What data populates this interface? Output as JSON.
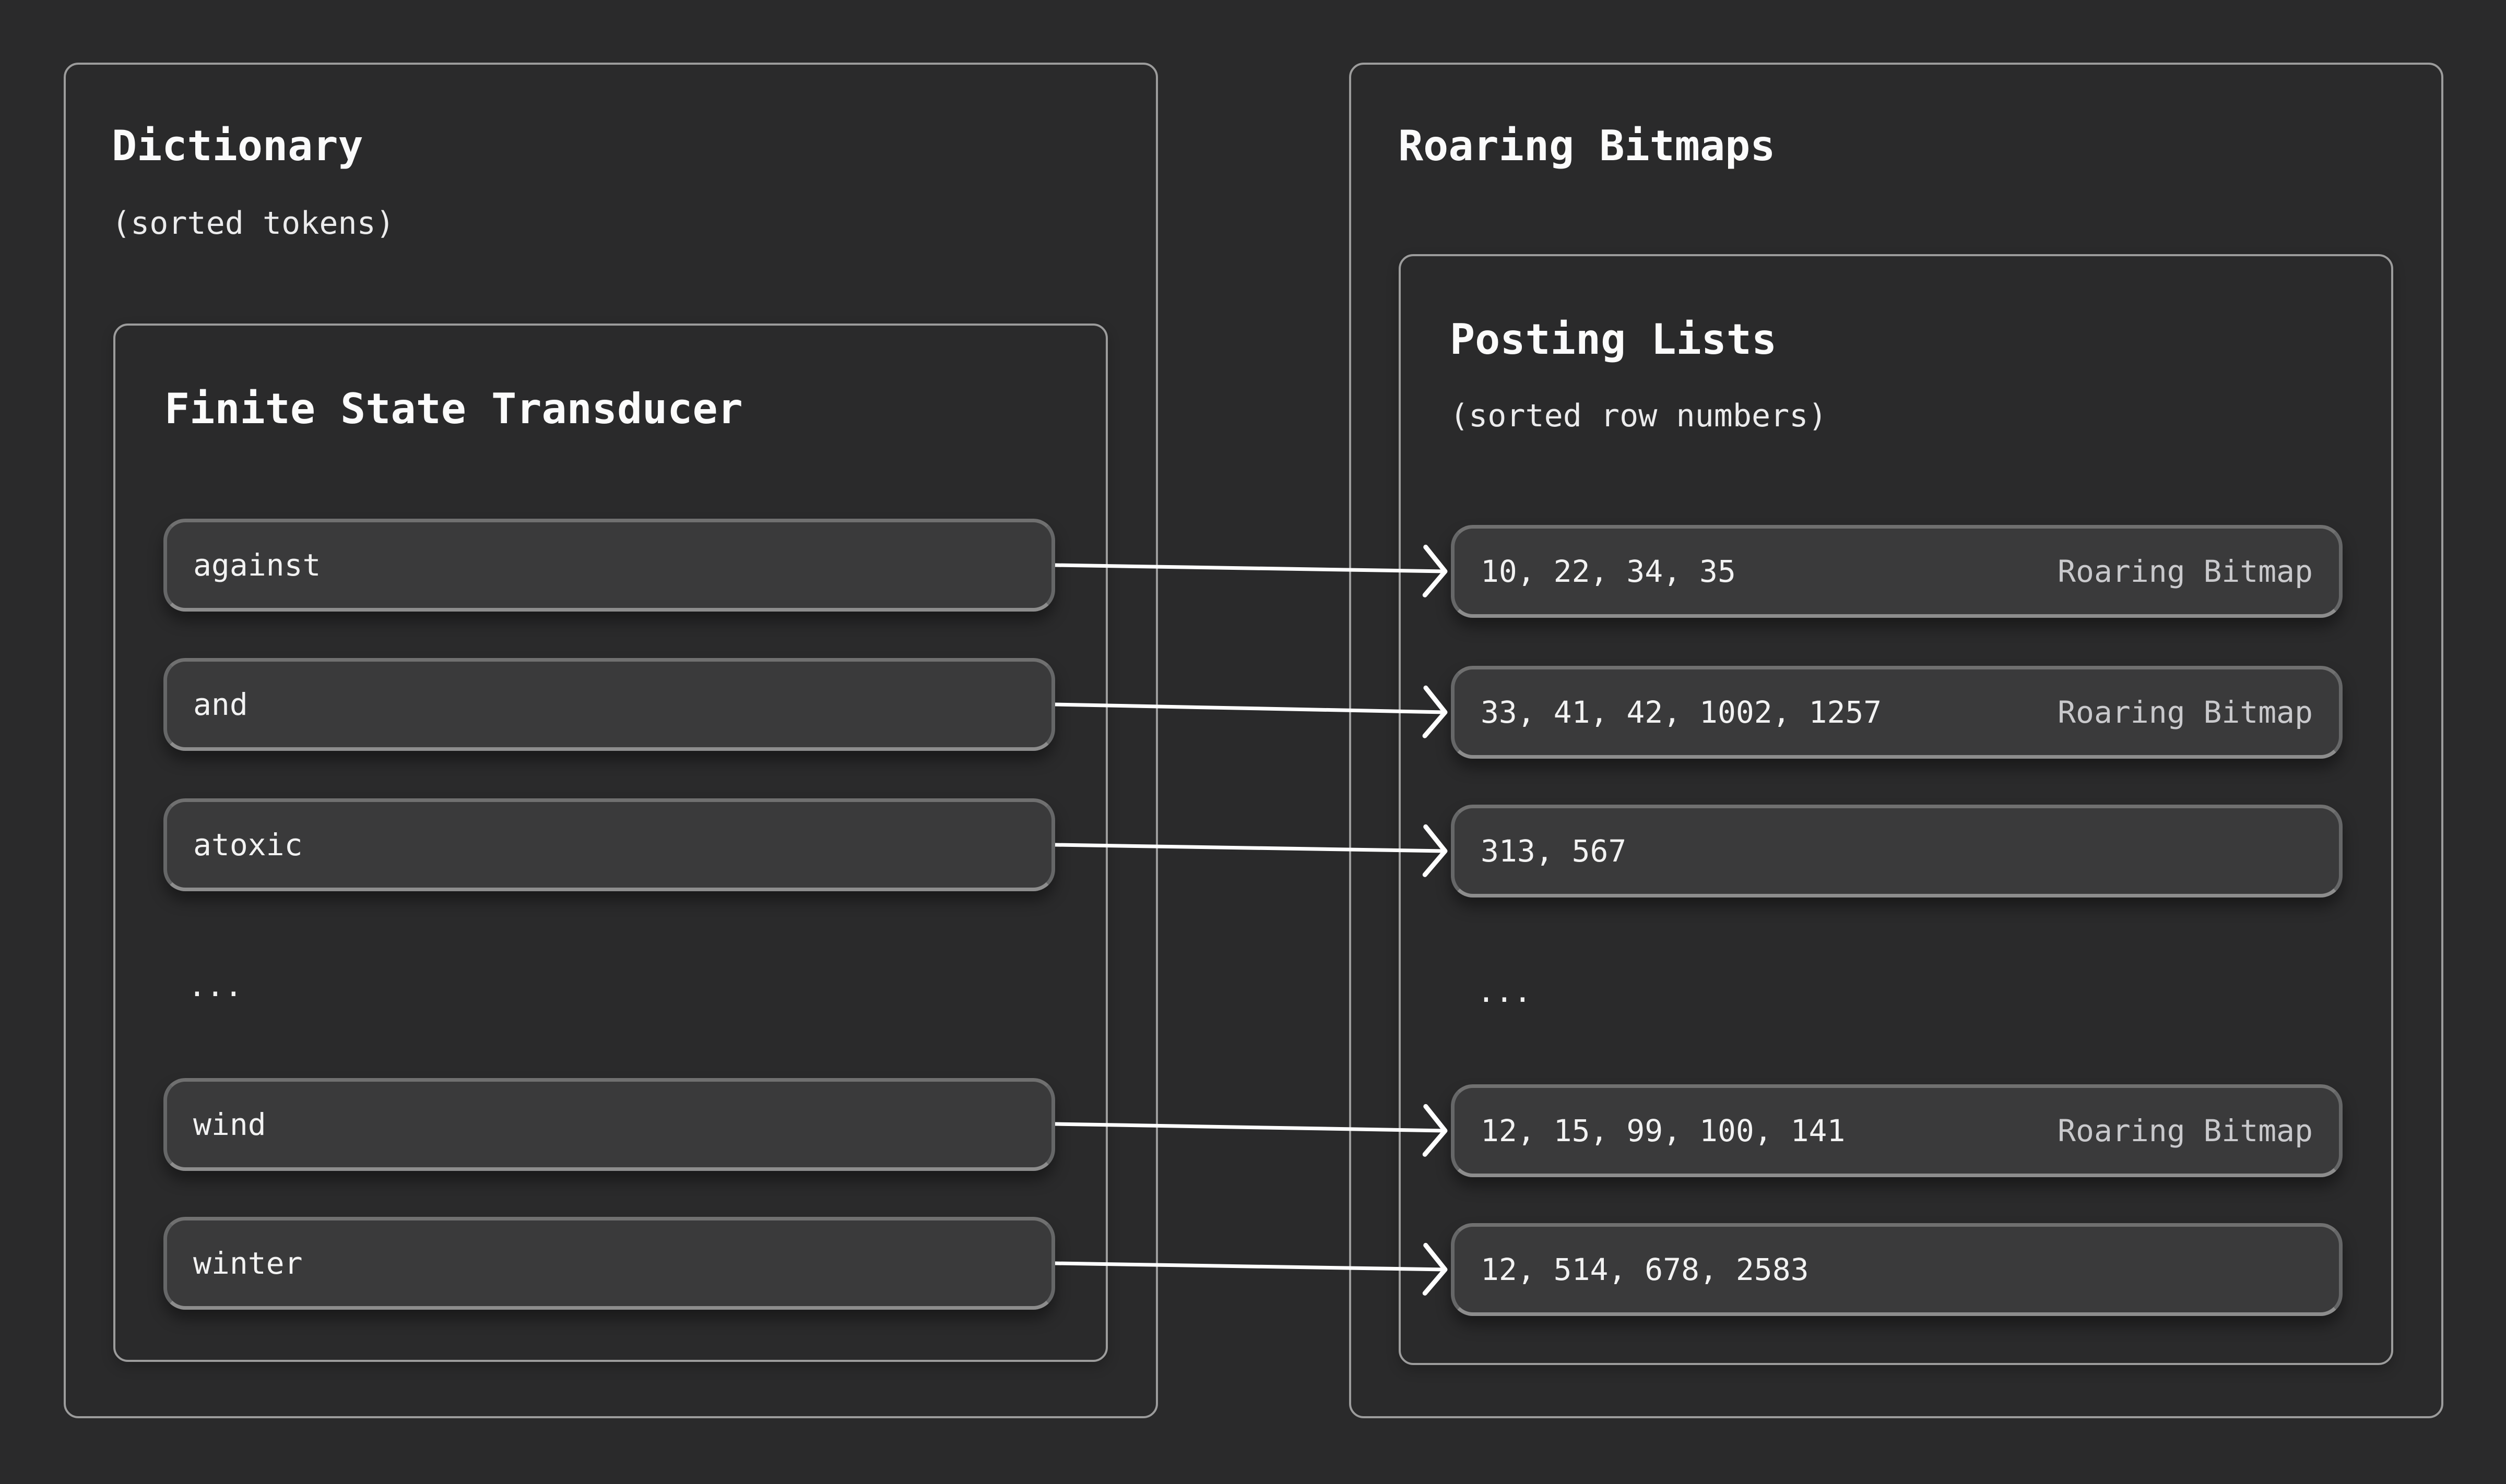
{
  "colors": {
    "background": "#2a2a2b",
    "panel_border": "#9c9c9c",
    "box_fill": "#3a3a3b",
    "box_border": "#6f6f6f",
    "text": "#f2f2f2",
    "muted_label": "#c9c9cc",
    "arrow": "#ffffff"
  },
  "dictionary": {
    "title": "Dictionary",
    "subtitle": "(sorted tokens)",
    "fst": {
      "title": "Finite State Transducer",
      "tokens_top": [
        "against",
        "and",
        "atoxic"
      ],
      "ellipsis": "...",
      "tokens_bottom": [
        "wind",
        "winter"
      ]
    }
  },
  "roaring": {
    "title": "Roaring Bitmaps",
    "posting": {
      "title": "Posting Lists",
      "subtitle": "(sorted row numbers)",
      "rows_top": [
        {
          "values": "10, 22, 34, 35",
          "label": "Roaring Bitmap"
        },
        {
          "values": "33, 41, 42, 1002, 1257",
          "label": "Roaring Bitmap"
        },
        {
          "values": "313, 567",
          "label": ""
        }
      ],
      "ellipsis": "...",
      "rows_bottom": [
        {
          "values": "12, 15, 99, 100, 141",
          "label": "Roaring Bitmap"
        },
        {
          "values": "12, 514, 678, 2583",
          "label": ""
        }
      ]
    }
  }
}
